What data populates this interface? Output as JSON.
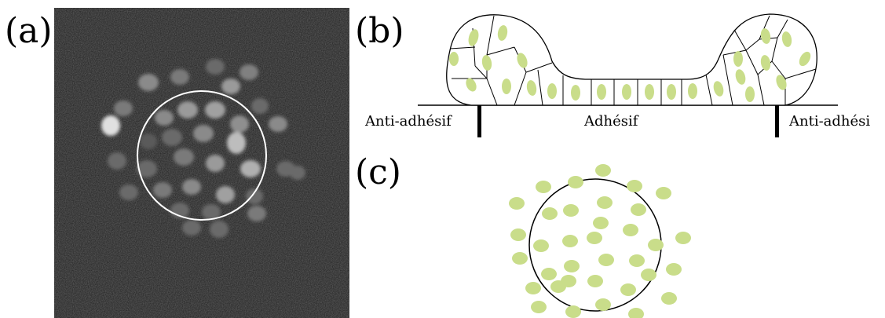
{
  "panels": {
    "a": {
      "label": "(a)"
    },
    "b": {
      "label": "(b)",
      "left_region": "Anti-adhésif",
      "center_region": "Adhésif",
      "right_region": "Anti-adhési"
    },
    "c": {
      "label": "(c)"
    }
  },
  "colors": {
    "nucleus_fill": "#c9dd8a",
    "micrograph_background": "#1b1b1b",
    "outline": "#000000"
  }
}
